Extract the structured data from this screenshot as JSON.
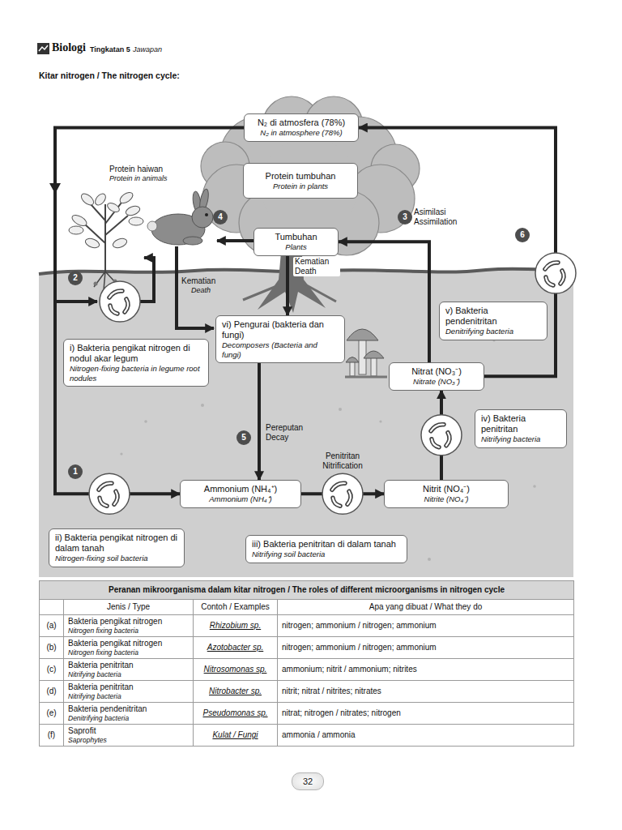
{
  "diagram": {
    "title": "Kitar nitrogen / The nitrogen cycle:",
    "nodes": [
      {
        "text": [
          "N₂ di atmosfera (78%)",
          "N₂ in atmosphere (78%)"
        ]
      },
      {
        "text": [
          "Protein tumbuhan",
          "Protein in plants"
        ]
      },
      {
        "text": [
          "Tumbuhan",
          "Plants"
        ]
      },
      {
        "text": [
          "vi) Pengurai (bakteria dan fungi)",
          "Decomposers (Bacteria and fungi)"
        ]
      },
      {
        "text": [
          "i) Bakteria pengikat nitrogen di nodul akar legum",
          "Nitrogen-fixing bacteria in legume root nodules"
        ]
      },
      {
        "text": [
          "v) Bakteria pendenitritan",
          "Denitrifying bacteria"
        ]
      },
      {
        "text": [
          "Nitrat (NO₃⁻)",
          "Nitrate (NO₃⁻)"
        ]
      },
      {
        "text": [
          "iv) Bakteria penitritan",
          "Nitrifying bacteria"
        ]
      },
      {
        "text": [
          "Ammonium (NH₄⁺)",
          "Ammonium (NH₄⁺)"
        ]
      },
      {
        "text": [
          "Nitrit (NO₄⁻)",
          "Nitrite (NO₄⁻)"
        ]
      },
      {
        "text": [
          "ii) Bakteria pengikat nitrogen di dalam tanah",
          "Nitrogen-fixing soil bacteria"
        ]
      },
      {
        "text": [
          "iii) Bakteria penitritan di dalam tanah",
          "Nitrifying soil bacteria"
        ]
      }
    ],
    "edges": [
      {
        "from": 0,
        "to": 8,
        "arrow": "to"
      },
      {
        "from": 2,
        "to": 3,
        "label": "Kematian Death",
        "arrow": "to"
      },
      {
        "from": 3,
        "to": 8,
        "label": "Pereputan Decay",
        "arrow": "to"
      },
      {
        "from": 8,
        "to": 9,
        "label": "Penitritan Nitrification",
        "arrow": "to"
      },
      {
        "from": 9,
        "to": 6,
        "arrow": "to"
      },
      {
        "from": 6,
        "to": 2,
        "label": "Asimilasi Assimilation",
        "arrow": "to"
      },
      {
        "from": 6,
        "to": 0,
        "arrow": "to"
      }
    ],
    "labels": [
      "Biologi",
      "Tingkatan 5",
      "Jawapan",
      "Protein haiwan",
      "Protein in animals",
      "Kematian",
      "Death",
      "1",
      "2",
      "3",
      "4",
      "5",
      "6",
      "Peranan mikroorganisma dalam kitar nitrogen / The roles of different microorganisms in nitrogen cycle",
      "Jenis / Type",
      "Contoh / Examples",
      "Apa yang dibuat / What they do",
      "(a)",
      "Bakteria pengikat nitrogen",
      "Nitrogen fixing bacteria",
      "Rhizobium sp.",
      "nitrogen; ammonium / nitrogen; ammonium",
      "(b)",
      "Bakteria pengikat nitrogen",
      "Nitrogen fixing bacteria",
      "Azotobacter sp.",
      "nitrogen; ammonium / nitrogen; ammonium",
      "(c)",
      "Bakteria penitritan",
      "Nitrifying bacteria",
      "Nitrosomonas sp.",
      "ammonium; nitrit / ammonium; nitrites",
      "(d)",
      "Bakteria penitritan",
      "Nitrifying bacteria",
      "Nitrobacter sp.",
      "nitrit; nitrat / nitrites; nitrates",
      "(e)",
      "Bakteria pendenitritan",
      "Denitrifying bacteria",
      "Pseudomonas sp.",
      "nitrat; nitrogen / nitrates; nitrogen",
      "(f)",
      "Saprofit",
      "Saprophytes",
      "Kulat / Fungi",
      "ammonia / ammonia",
      "32"
    ]
  }
}
